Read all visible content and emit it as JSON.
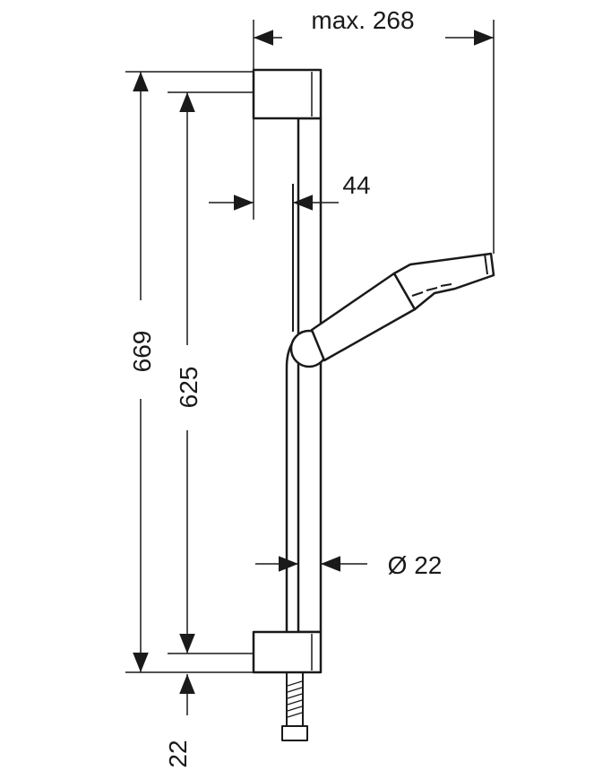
{
  "dimensions": {
    "max_reach": "max. 268",
    "wall_offset": "44",
    "pipe_diameter": "Ø 22",
    "overall_height": "669",
    "rail_height": "625",
    "bottom_offset": "22"
  },
  "colors": {
    "line": "#1a1a1a",
    "background": "#ffffff"
  }
}
